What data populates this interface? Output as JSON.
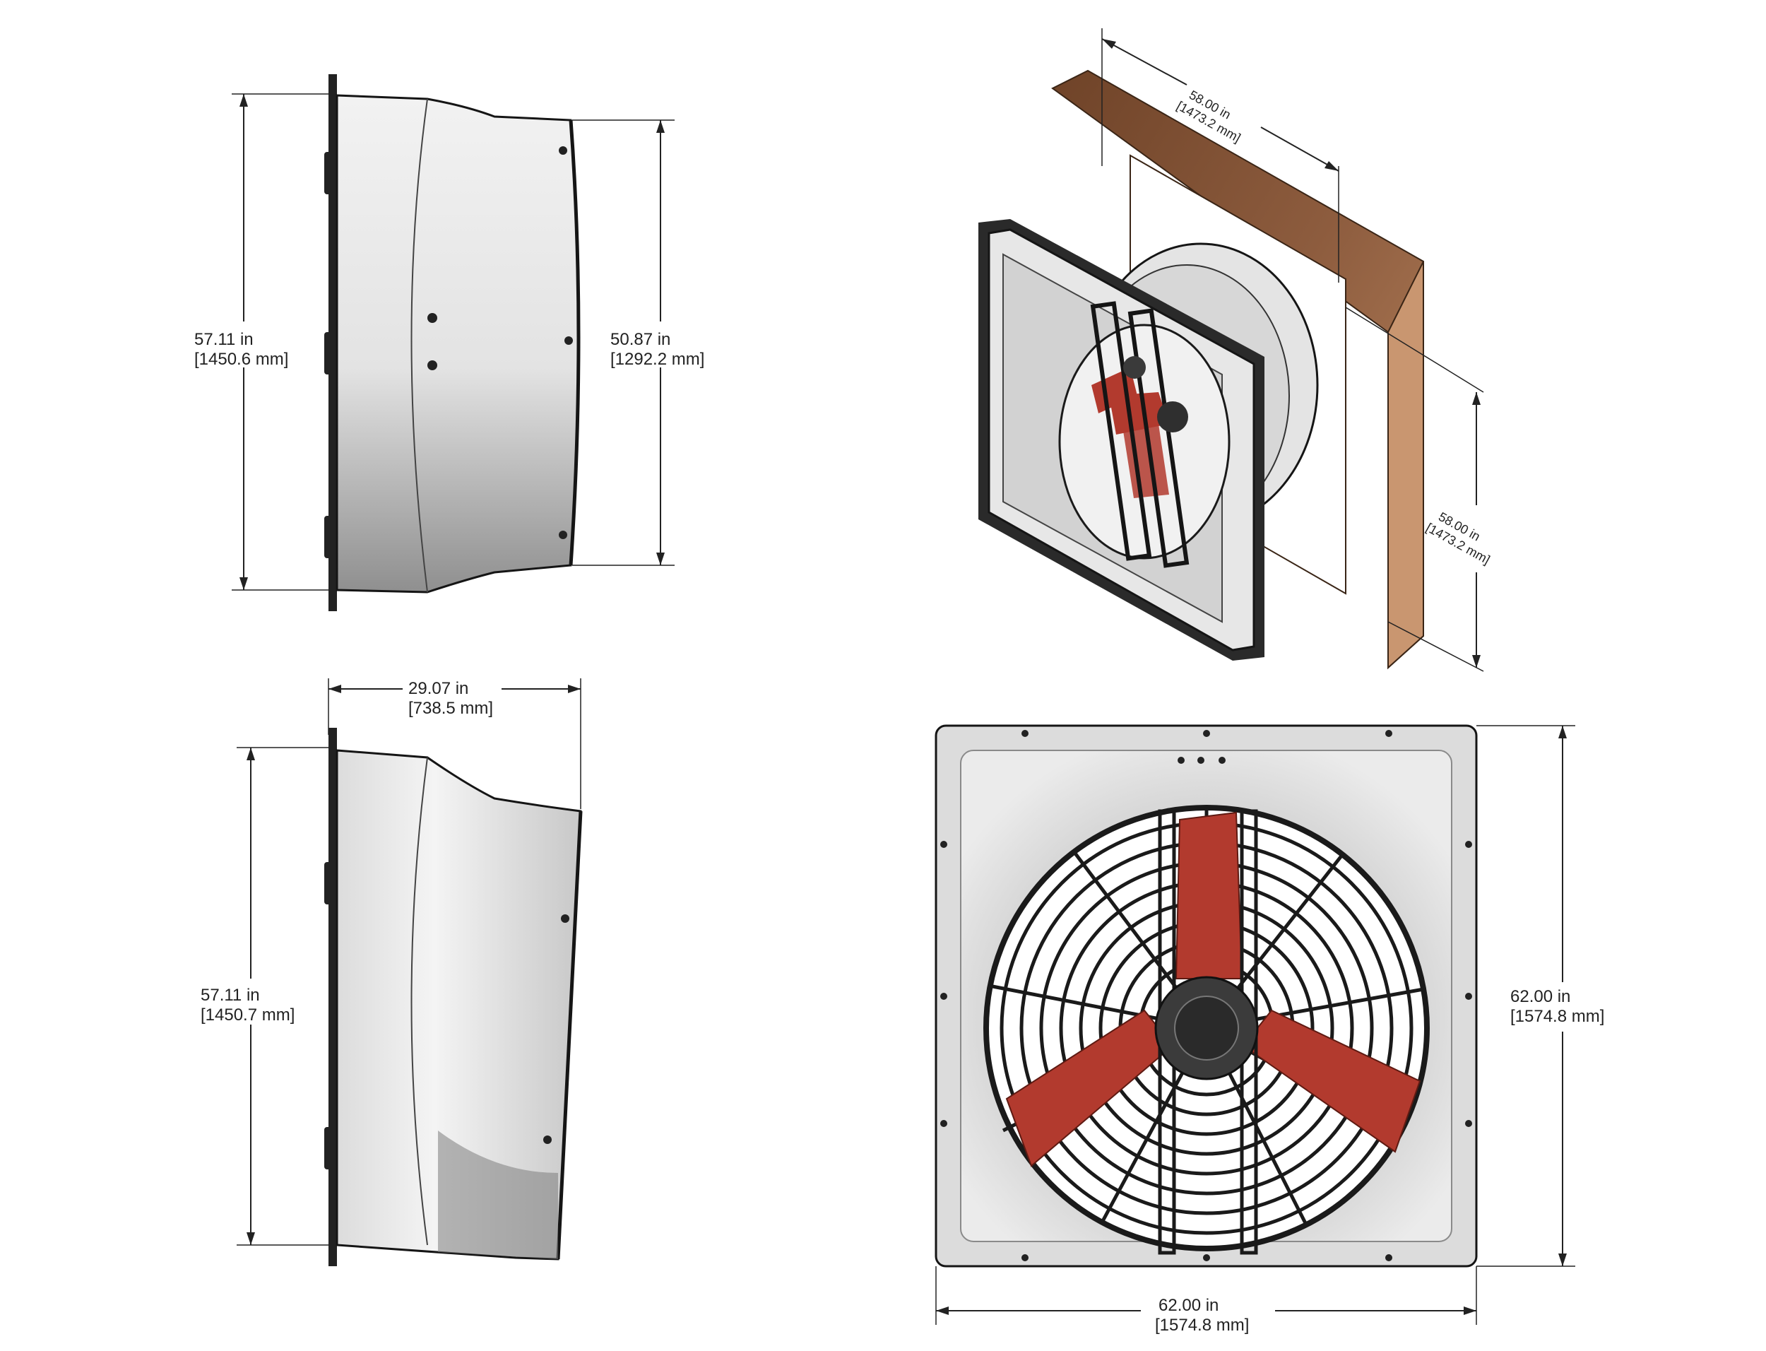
{
  "dimensions": {
    "side_top_height": {
      "inch": "57.11 in",
      "mm": "[1450.6 mm]"
    },
    "side_top_outlet": {
      "inch": "50.87 in",
      "mm": "[1292.2 mm]"
    },
    "side_bottom_depth": {
      "inch": "29.07 in",
      "mm": "[738.5 mm]"
    },
    "side_bottom_height": {
      "inch": "57.11 in",
      "mm": "[1450.7 mm]"
    },
    "iso_opening_width": {
      "inch": "58.00 in",
      "mm": "[1473.2 mm]"
    },
    "iso_opening_height": {
      "inch": "58.00 in",
      "mm": "[1473.2 mm]"
    },
    "front_height": {
      "inch": "62.00 in",
      "mm": "[1574.8 mm]"
    },
    "front_width": {
      "inch": "62.00 in",
      "mm": "[1574.8 mm]"
    }
  },
  "colors": {
    "housing": "#e6e6e6",
    "housing_shadow": "#9d9d9d",
    "blade": "#b23a2e",
    "guard": "#1a1a1a",
    "wood": "#8a5a3c",
    "wood_light": "#c99670",
    "hub": "#3b3b3b"
  }
}
